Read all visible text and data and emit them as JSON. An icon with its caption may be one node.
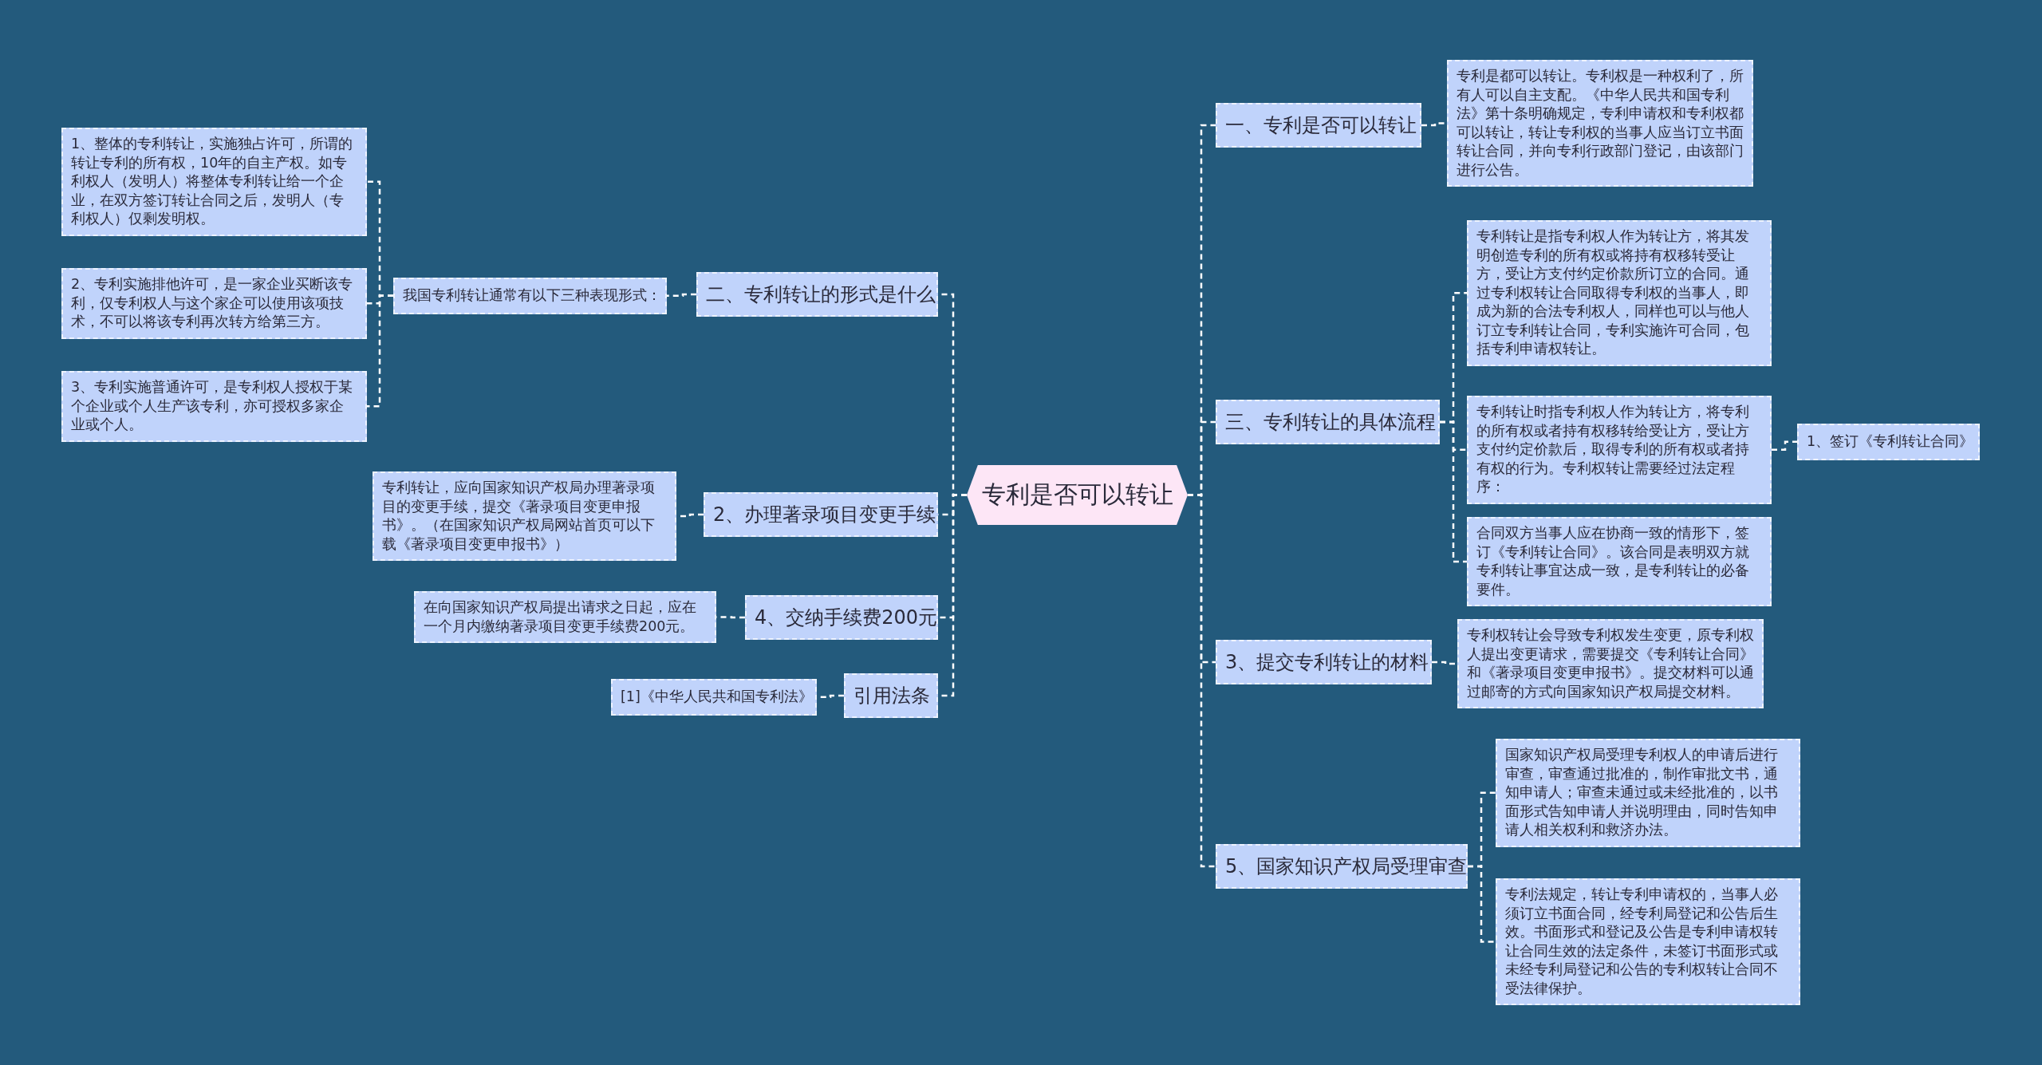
{
  "diagram": {
    "nodes": [
      {
        "text": [
          "专利是否可以转让"
        ]
      },
      {
        "text": [
          "二、专利转让的形式是什么"
        ]
      },
      {
        "text": [
          "我国专利转让通常有以下三种表现形式："
        ]
      },
      {
        "text": [
          "1、整体的专利转让，实施独占许可，所谓的转让专利的所有权，10年的自主产权。如专利权人（发明人）将整体专利转让给一个企业，在双方签订转让合同之后，发明人（专利权人）仅剩发明权。"
        ]
      },
      {
        "text": [
          "2、专利实施排他许可，是一家企业买断该专利，仅专利权人与这个家企可以使用该项技术，不可以将该专利再次转方给第三方。"
        ]
      },
      {
        "text": [
          "3、专利实施普通许可，是专利权人授权于某个企业或个人生产该专利，亦可授权多家企业或个人。"
        ]
      },
      {
        "text": [
          "2、办理著录项目变更手续"
        ]
      },
      {
        "text": [
          "专利转让，应向国家知识产权局办理著录项目的变更手续，提交《著录项目变更申报书》。（在国家知识产权局网站首页可以下载《著录项目变更申报书》）"
        ]
      },
      {
        "text": [
          "4、交纳手续费200元"
        ]
      },
      {
        "text": [
          "在向国家知识产权局提出请求之日起，应在一个月内缴纳著录项目变更手续费200元。"
        ]
      },
      {
        "text": [
          "引用法条"
        ]
      },
      {
        "text": [
          "[1]《中华人民共和国专利法》"
        ]
      },
      {
        "text": [
          "一、专利是否可以转让"
        ]
      },
      {
        "text": [
          "专利是都可以转让。专利权是一种权利了，所有人可以自主支配。《中华人民共和国专利法》第十条明确规定，专利申请权和专利权都可以转让，转让专利权的当事人应当订立书面转让合同，并向专利行政部门登记，由该部门进行公告。"
        ]
      },
      {
        "text": [
          "三、专利转让的具体流程"
        ]
      },
      {
        "text": [
          "专利转让是指专利权人作为转让方，将其发明创造专利的所有权或将持有权移转受让方，受让方支付约定价款所订立的合同。通过专利权转让合同取得专利权的当事人，即成为新的合法专利权人，同样也可以与他人订立专利转让合同，专利实施许可合同，包括专利申请权转让。"
        ]
      },
      {
        "text": [
          "专利转让时指专利权人作为转让方，将专利的所有权或者持有权移转给受让方，受让方支付约定价款后，取得专利的所有权或者持有权的行为。专利权转让需要经过法定程序："
        ]
      },
      {
        "text": [
          "1、签订《专利转让合同》"
        ]
      },
      {
        "text": [
          "合同双方当事人应在协商一致的情形下，签订《专利转让合同》。该合同是表明双方就专利转让事宜达成一致，是专利转让的必备要件。"
        ]
      },
      {
        "text": [
          "3、提交专利转让的材料"
        ]
      },
      {
        "text": [
          "专利权转让会导致专利权发生变更，原专利权人提出变更请求，需要提交《专利转让合同》和《著录项目变更申报书》。提交材料可以通过邮寄的方式向国家知识产权局提交材料。"
        ]
      },
      {
        "text": [
          "5、国家知识产权局受理审查"
        ]
      },
      {
        "text": [
          "国家知识产权局受理专利权人的申请后进行审查，审查通过批准的，制作审批文书，通知申请人；审查未通过或未经批准的，以书面形式告知申请人并说明理由，同时告知申请人相关权利和救济办法。"
        ]
      },
      {
        "text": [
          "专利法规定，转让专利申请权的，当事人必须订立书面合同，经专利局登记和公告后生效。书面形式和登记及公告是专利申请权转让合同生效的法定条件，未签订书面形式或未经专利局登记和公告的专利权转让合同不受法律保护。"
        ]
      }
    ],
    "edges": [
      {
        "from": 0,
        "to": 1,
        "arrow": "none"
      },
      {
        "from": 1,
        "to": 2,
        "arrow": "none"
      },
      {
        "from": 2,
        "to": 3,
        "arrow": "none"
      },
      {
        "from": 2,
        "to": 4,
        "arrow": "none"
      },
      {
        "from": 2,
        "to": 5,
        "arrow": "none"
      },
      {
        "from": 0,
        "to": 6,
        "arrow": "none"
      },
      {
        "from": 6,
        "to": 7,
        "arrow": "none"
      },
      {
        "from": 0,
        "to": 8,
        "arrow": "none"
      },
      {
        "from": 8,
        "to": 9,
        "arrow": "none"
      },
      {
        "from": 0,
        "to": 10,
        "arrow": "none"
      },
      {
        "from": 10,
        "to": 11,
        "arrow": "none"
      },
      {
        "from": 0,
        "to": 12,
        "arrow": "none"
      },
      {
        "from": 12,
        "to": 13,
        "arrow": "none"
      },
      {
        "from": 0,
        "to": 14,
        "arrow": "none"
      },
      {
        "from": 14,
        "to": 15,
        "arrow": "none"
      },
      {
        "from": 14,
        "to": 16,
        "arrow": "none"
      },
      {
        "from": 16,
        "to": 17,
        "arrow": "none"
      },
      {
        "from": 14,
        "to": 18,
        "arrow": "none"
      },
      {
        "from": 0,
        "to": 19,
        "arrow": "none"
      },
      {
        "from": 19,
        "to": 20,
        "arrow": "none"
      },
      {
        "from": 0,
        "to": 21,
        "arrow": "none"
      },
      {
        "from": 21,
        "to": 22,
        "arrow": "none"
      },
      {
        "from": 21,
        "to": 23,
        "arrow": "none"
      }
    ]
  }
}
